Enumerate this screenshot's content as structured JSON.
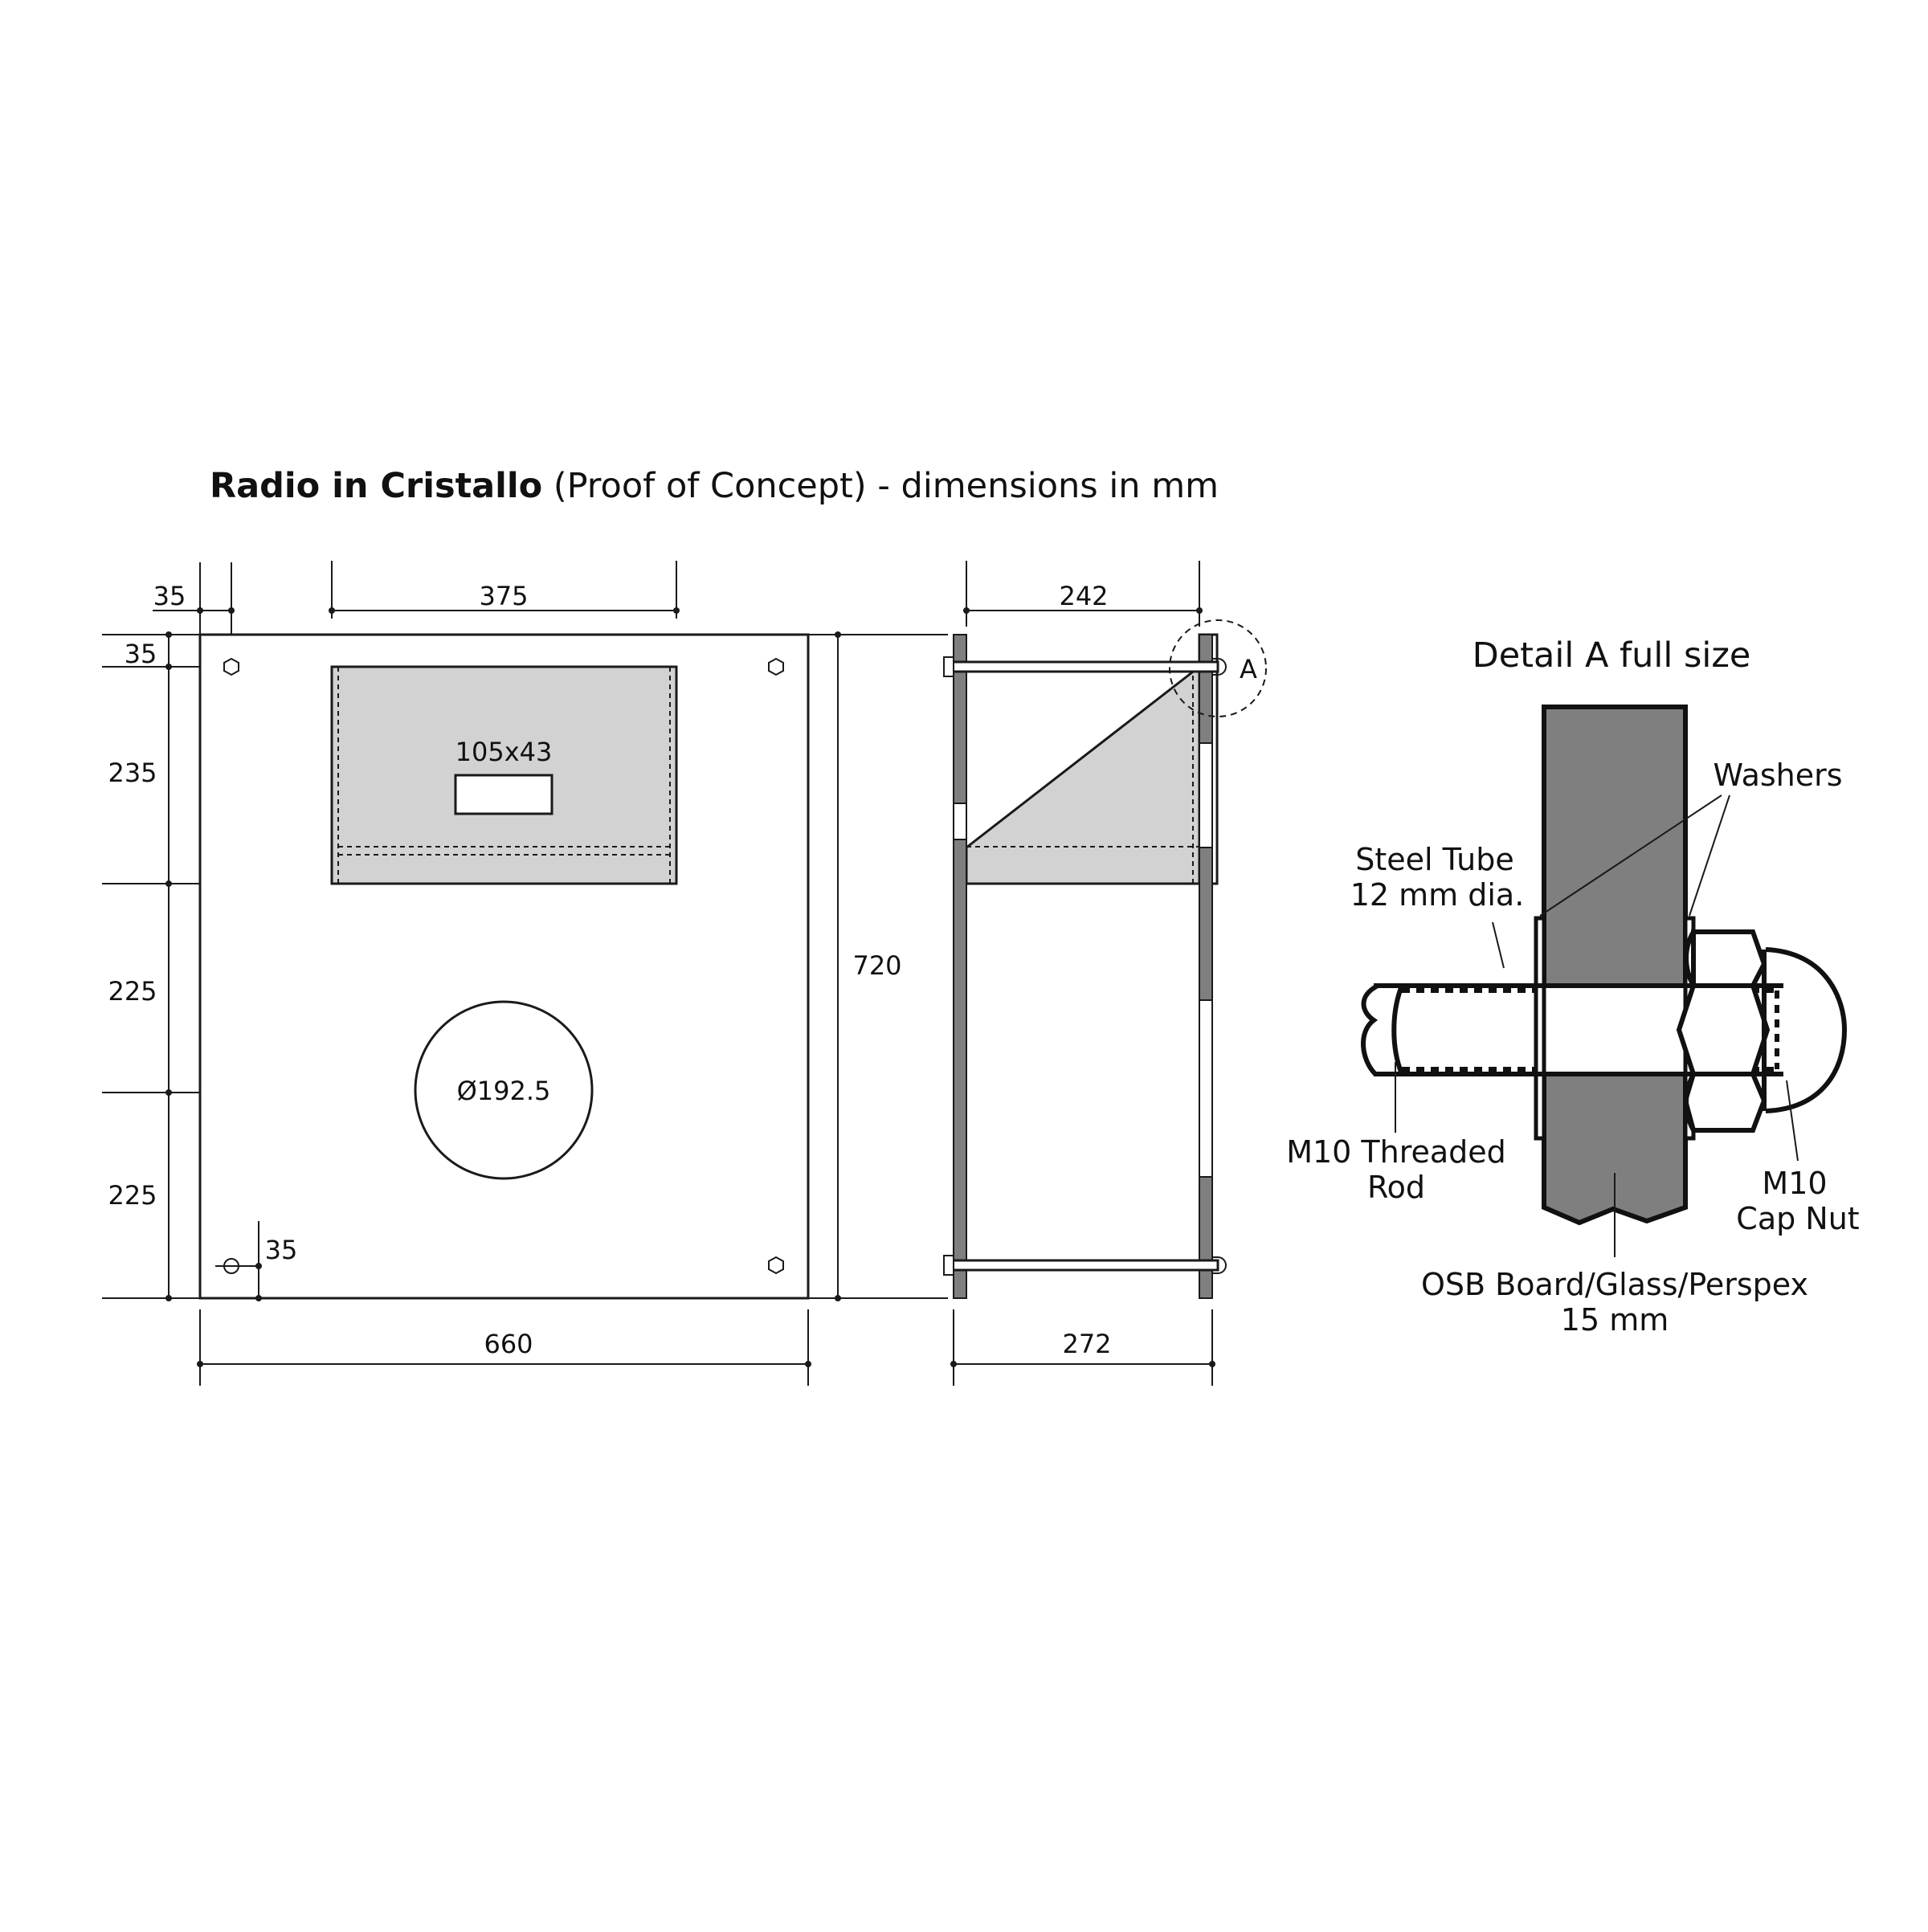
{
  "title": {
    "bold": "Radio in Cristallo",
    "rest": " (Proof of Concept) - dimensions in mm"
  },
  "front_view": {
    "dim_width": "660",
    "dim_height_720": "720",
    "dim_35_top_left": "35",
    "dim_35_side": "35",
    "dim_35_bottom": "35",
    "dim_375": "375",
    "dim_235": "235",
    "dim_225_a": "225",
    "dim_225_b": "225",
    "window_label": "105x43",
    "speaker_label": "Ø192.5"
  },
  "side_view": {
    "dim_242": "242",
    "dim_272": "272",
    "detail_marker": "A"
  },
  "detail": {
    "title": "Detail A full size",
    "washers": "Washers",
    "steel_tube_1": "Steel Tube",
    "steel_tube_2": "12 mm dia.",
    "threaded_rod_1": "M10 Threaded",
    "threaded_rod_2": "Rod",
    "cap_nut_1": "M10",
    "cap_nut_2": "Cap Nut",
    "board_1": "OSB Board/Glass/Perspex",
    "board_2": "15 mm"
  },
  "colors": {
    "panel_gray": "#d2d2d2",
    "board_gray": "#7f7f7f",
    "line": "#1a1a1a"
  }
}
